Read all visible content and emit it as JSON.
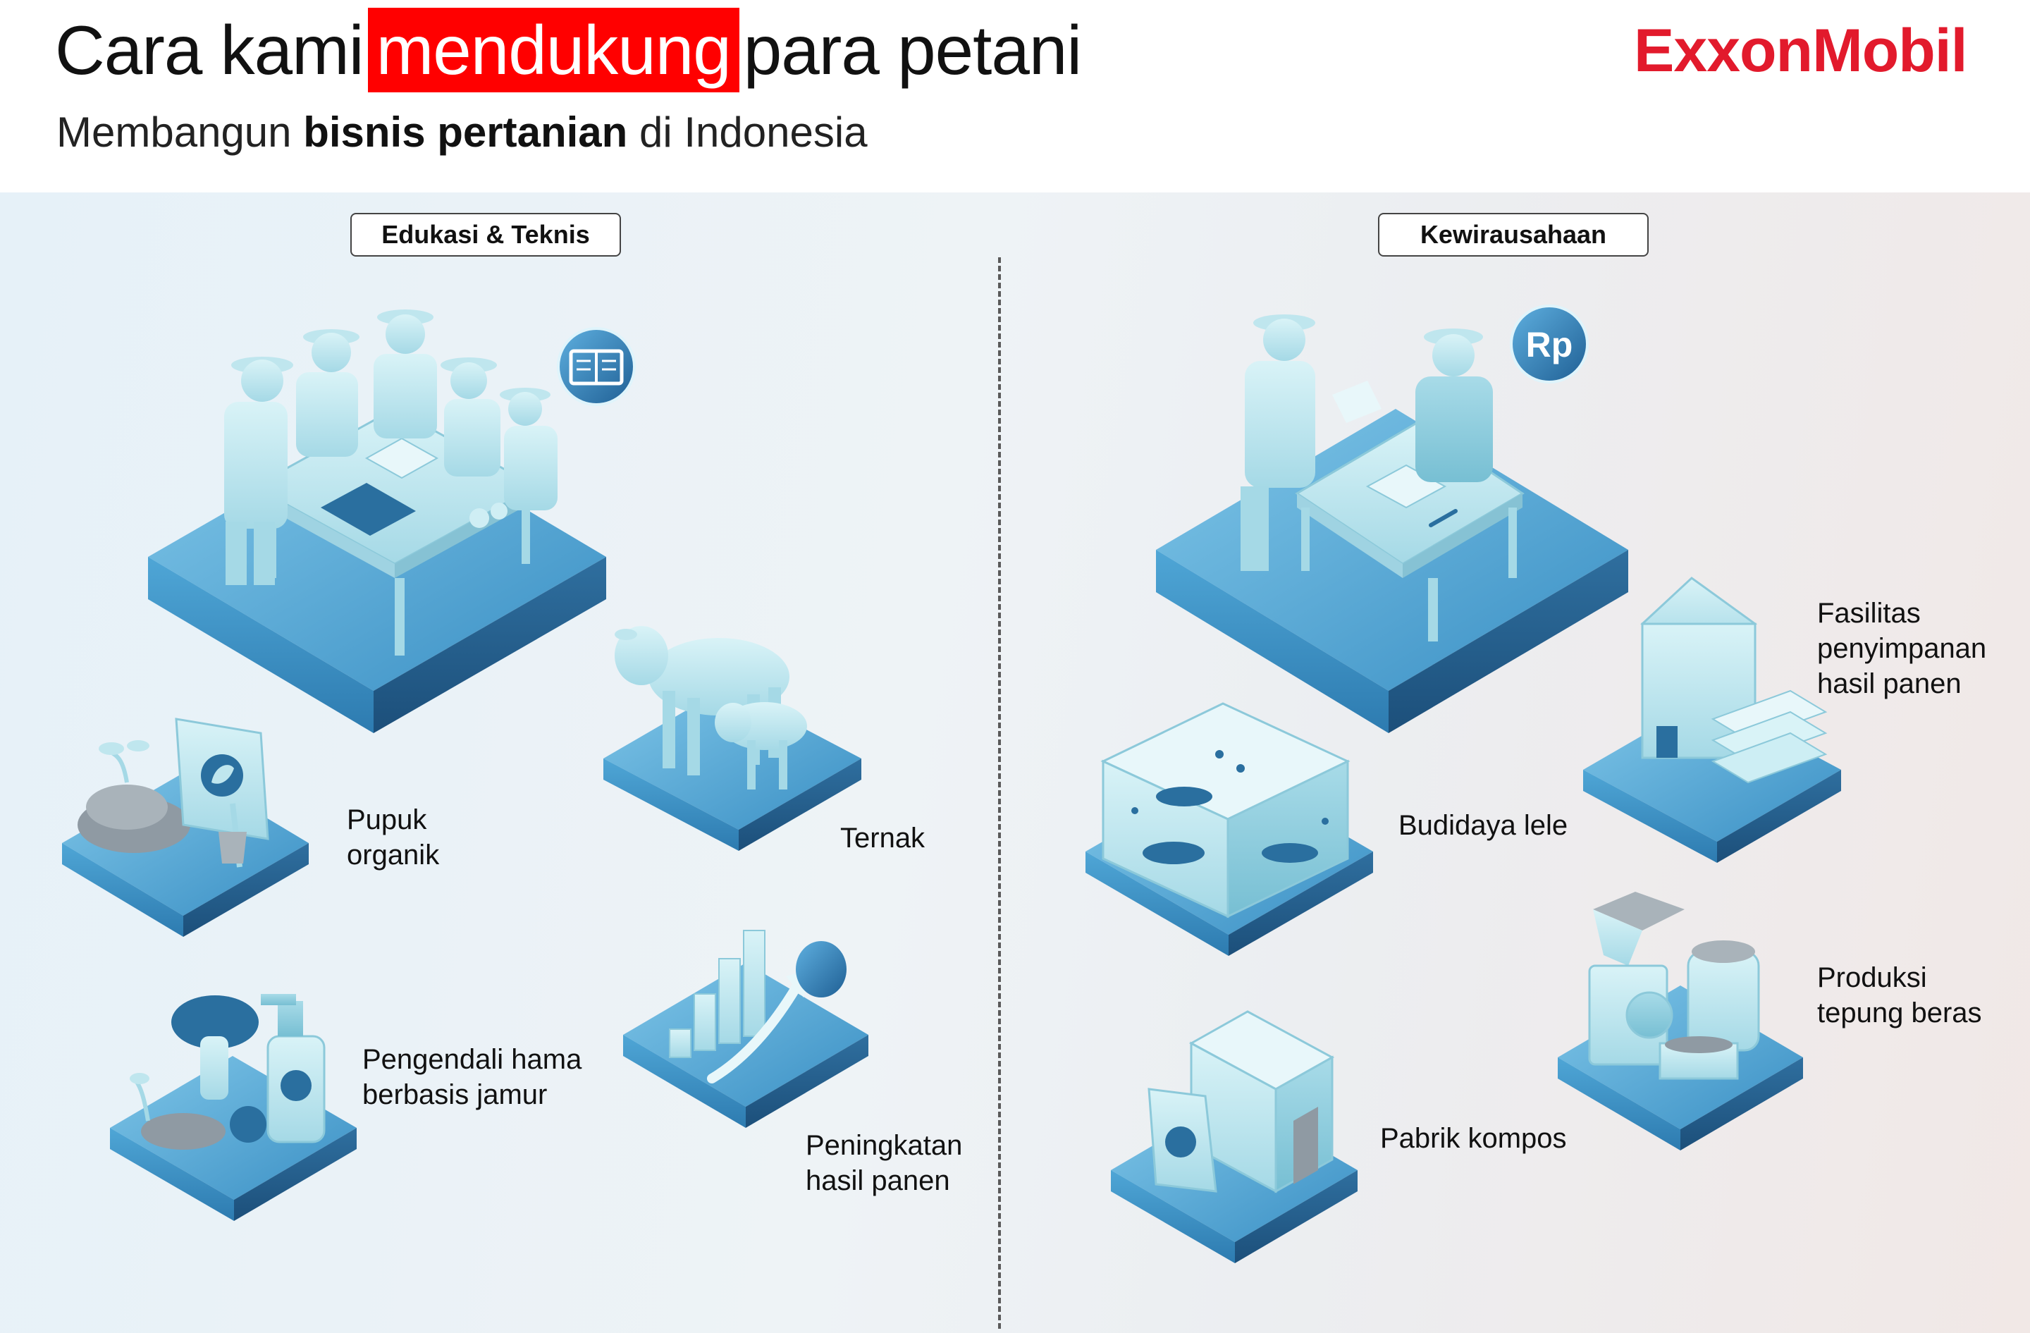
{
  "header": {
    "title_before": "Cara kami",
    "title_highlight": "mendukung",
    "title_after": "para petani",
    "subtitle_before": "Membangun",
    "subtitle_bold": "bisnis pertanian",
    "subtitle_after": "di Indonesia",
    "logo": "ExxonMobil"
  },
  "sections": {
    "education": {
      "label": "Edukasi & Teknis"
    },
    "entrepreneurship": {
      "label": "Kewirausahaan"
    }
  },
  "items": {
    "pupuk": {
      "line1": "Pupuk",
      "line2": "organik"
    },
    "ternak": {
      "line1": "Ternak"
    },
    "hama": {
      "line1": "Pengendali hama",
      "line2": "berbasis jamur"
    },
    "panen": {
      "line1": "Peningkatan",
      "line2": "hasil panen"
    },
    "lele": {
      "line1": "Budidaya lele"
    },
    "fasilitas": {
      "line1": "Fasilitas",
      "line2": "penyimpanan",
      "line3": "hasil panen"
    },
    "tepung": {
      "line1": "Produksi",
      "line2": "tepung beras"
    },
    "kompos": {
      "line1": "Pabrik kompos"
    }
  },
  "badges": {
    "currency": "Rp"
  },
  "colors": {
    "brand_red": "#e21a2c",
    "highlight_red": "#ff0000",
    "platform_blue": "#2f7fb0",
    "figure_cyan": "#bfe6ee"
  }
}
